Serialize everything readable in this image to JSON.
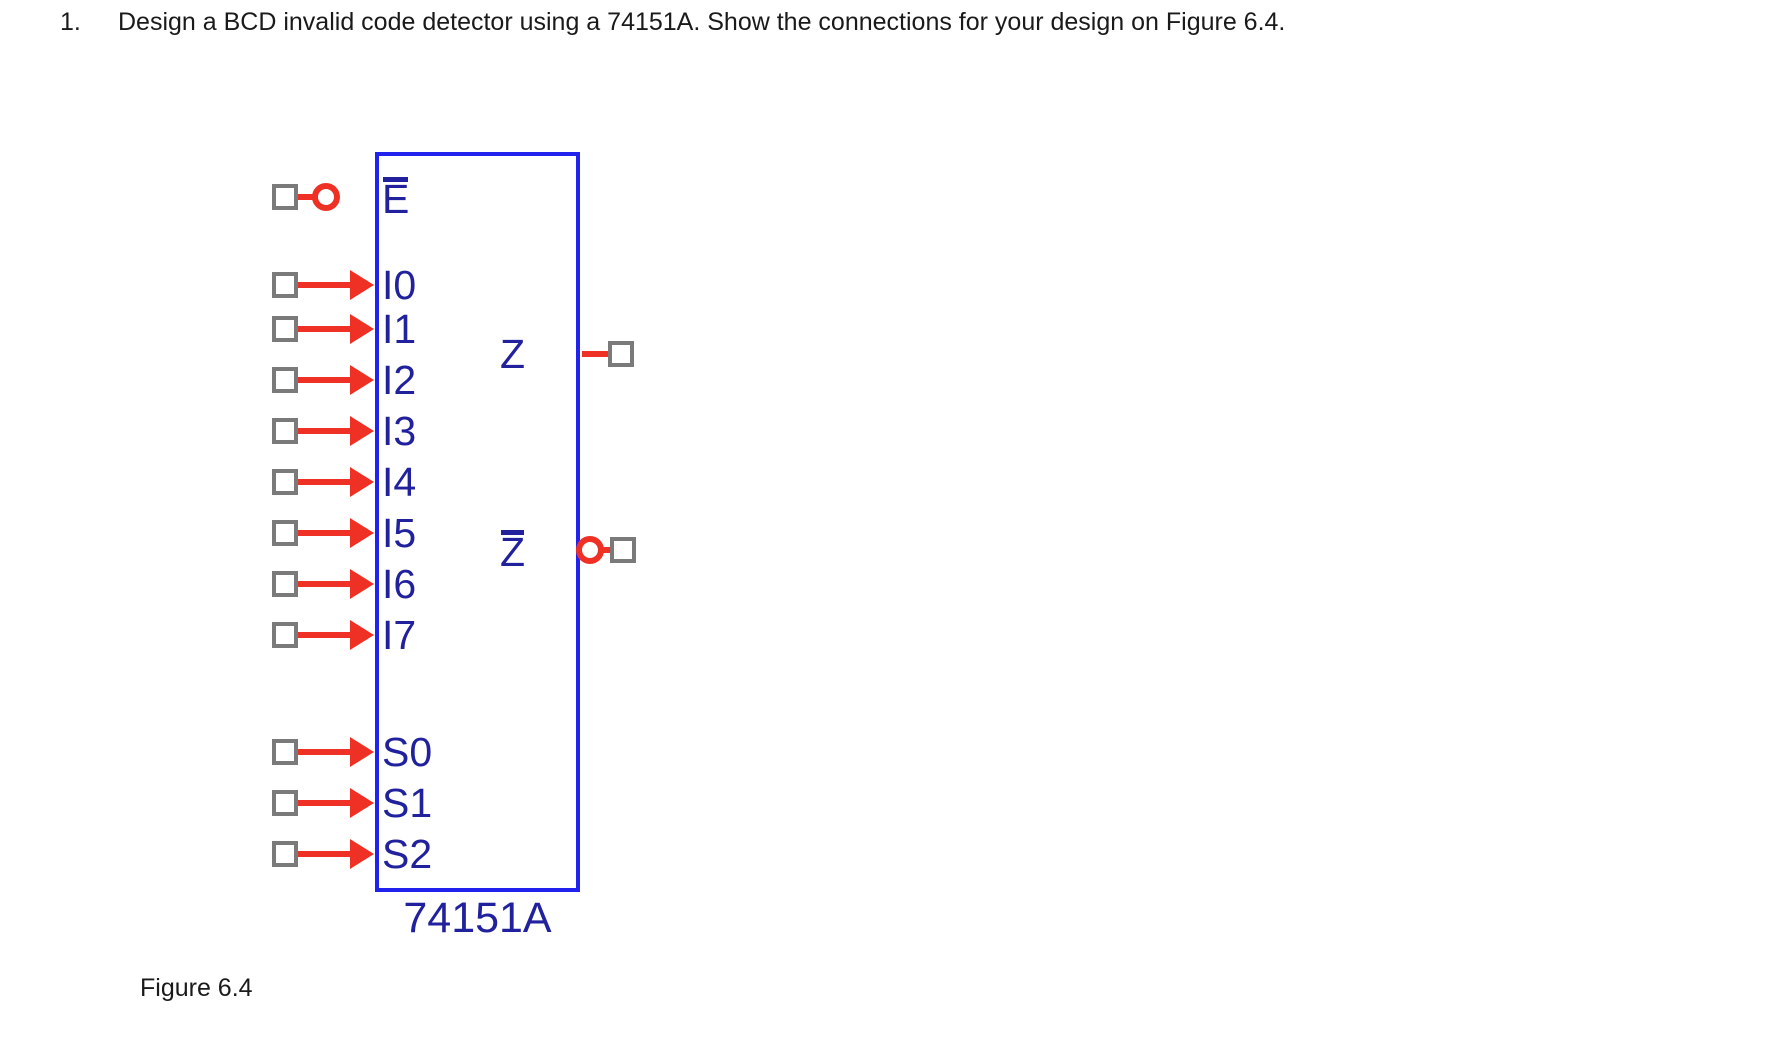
{
  "question": {
    "number": "1.",
    "text": "Design a BCD invalid code detector using a 74151A. Show the connections for your design on Figure 6.4."
  },
  "figure": {
    "caption": "Figure 6.4",
    "chip_name": "74151A",
    "colors": {
      "chip_outline": "#2222ee",
      "label_text": "#21219e",
      "wire": "#ee3124",
      "pad_border": "#7a7a7a",
      "background": "#ffffff",
      "body_text": "#1a1a1a"
    },
    "enable_pin": {
      "label": "E",
      "overline": true,
      "marker": "bubble",
      "has_pad": true
    },
    "data_inputs": [
      {
        "label": "I0",
        "marker": "arrow",
        "has_pad": true
      },
      {
        "label": "I1",
        "marker": "arrow",
        "has_pad": true
      },
      {
        "label": "I2",
        "marker": "arrow",
        "has_pad": true
      },
      {
        "label": "I3",
        "marker": "arrow",
        "has_pad": true
      },
      {
        "label": "I4",
        "marker": "arrow",
        "has_pad": true
      },
      {
        "label": "I5",
        "marker": "arrow",
        "has_pad": true
      },
      {
        "label": "I6",
        "marker": "arrow",
        "has_pad": true
      },
      {
        "label": "I7",
        "marker": "arrow",
        "has_pad": true
      }
    ],
    "select_inputs": [
      {
        "label": "S0",
        "marker": "arrow",
        "has_pad": true
      },
      {
        "label": "S1",
        "marker": "arrow",
        "has_pad": true
      },
      {
        "label": "S2",
        "marker": "arrow",
        "has_pad": true
      }
    ],
    "outputs": [
      {
        "label": "Z",
        "overline": false,
        "marker": "wire",
        "has_pad": true
      },
      {
        "label": "Z",
        "overline": true,
        "marker": "bubble",
        "has_pad": true
      }
    ]
  }
}
